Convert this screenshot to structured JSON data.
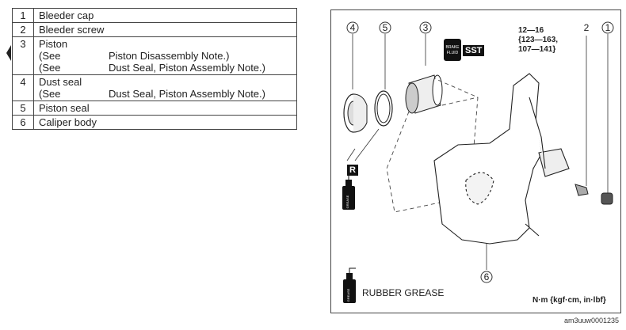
{
  "parts": [
    {
      "num": "1",
      "name": "Bleeder cap",
      "notes": []
    },
    {
      "num": "2",
      "name": "Bleeder screw",
      "notes": []
    },
    {
      "num": "3",
      "name": "Piston",
      "notes": [
        {
          "see": "(See",
          "text": "Piston Disassembly Note.)"
        },
        {
          "see": "(See",
          "text": "Dust Seal, Piston Assembly Note.)"
        }
      ]
    },
    {
      "num": "4",
      "name": "Dust seal",
      "notes": [
        {
          "see": "(See",
          "text": "Dust Seal, Piston Assembly Note.)"
        }
      ]
    },
    {
      "num": "5",
      "name": "Piston seal",
      "notes": []
    },
    {
      "num": "6",
      "name": "Caliper body",
      "notes": []
    }
  ],
  "figure": {
    "callouts": [
      "4",
      "5",
      "3",
      "2",
      "1",
      "6"
    ],
    "torque": [
      "12—16",
      "{123—163,",
      "107—141}"
    ],
    "sst_label": "SST",
    "r_label": "R",
    "grease_legend": "RUBBER GREASE",
    "units": "N·m {kgf·cm, in·lbf}",
    "can_text_brake": [
      "BRAKE",
      "FLUID"
    ],
    "can_text_grease": "GREASE"
  },
  "figure_code": "am3uuw0001235"
}
